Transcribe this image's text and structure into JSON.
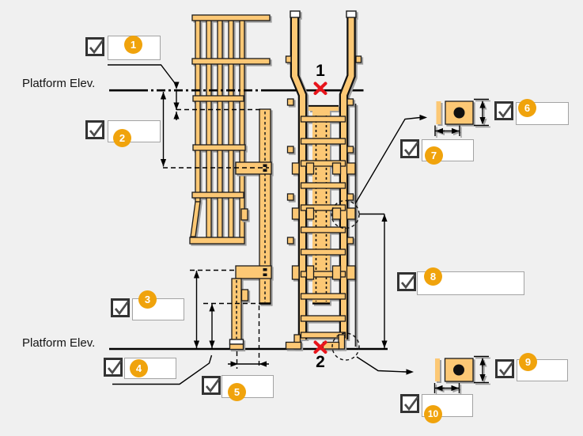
{
  "drawing": {
    "platform_label": "Platform Elev.",
    "point_markers": [
      {
        "label": "1",
        "marker": "x"
      },
      {
        "label": "2",
        "marker": "x"
      }
    ]
  },
  "callouts": [
    {
      "number": "1",
      "checked": true,
      "value": ""
    },
    {
      "number": "2",
      "checked": true,
      "value": ""
    },
    {
      "number": "3",
      "checked": true,
      "value": ""
    },
    {
      "number": "4",
      "checked": true,
      "value": ""
    },
    {
      "number": "5",
      "checked": true,
      "value": ""
    },
    {
      "number": "6",
      "checked": true,
      "value": ""
    },
    {
      "number": "7",
      "checked": true,
      "value": ""
    },
    {
      "number": "8",
      "checked": true,
      "value": ""
    },
    {
      "number": "9",
      "checked": true,
      "value": ""
    },
    {
      "number": "10",
      "checked": true,
      "value": ""
    }
  ],
  "colors": {
    "background": "#f0f0f0",
    "ladder_fill": "#fcc875",
    "badge_orange": "#f0a30c",
    "marker_red": "#e8151c",
    "line_black": "#000000",
    "shadow_gray": "#9e9e9e"
  },
  "icons": {
    "checkbox_check": "checkmark-icon",
    "point_marker": "x-marker-icon"
  }
}
